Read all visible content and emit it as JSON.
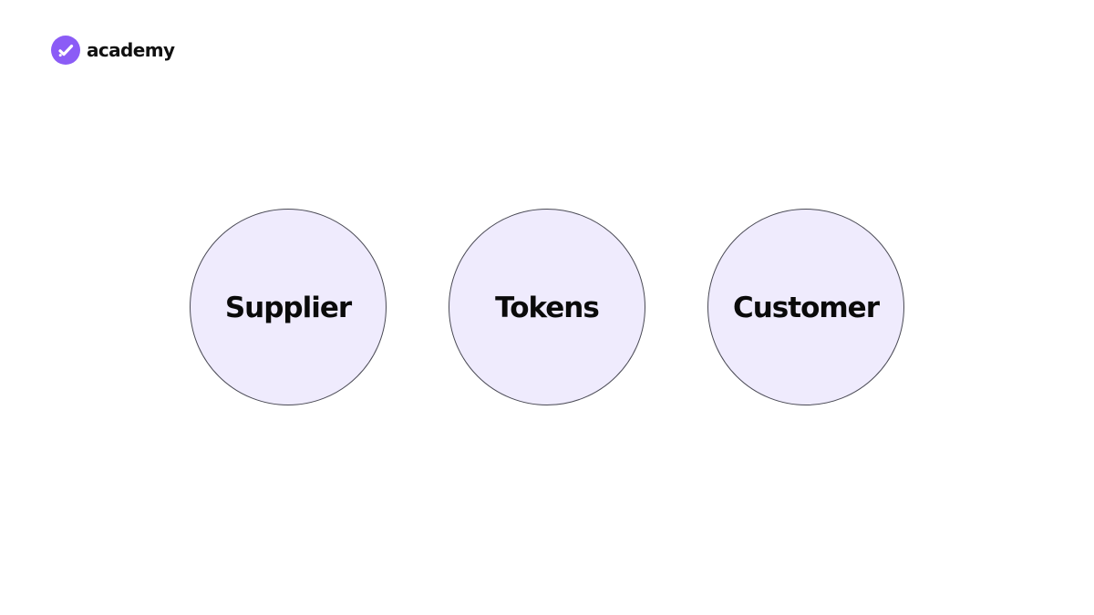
{
  "brand": {
    "name": "academy",
    "icon": "check-badge-icon",
    "color": "#8b5cf6"
  },
  "diagram": {
    "node_fill": "#efebfd",
    "node_stroke": "#4a4a55",
    "nodes": [
      {
        "label": "Supplier"
      },
      {
        "label": "Tokens"
      },
      {
        "label": "Customer"
      }
    ]
  }
}
